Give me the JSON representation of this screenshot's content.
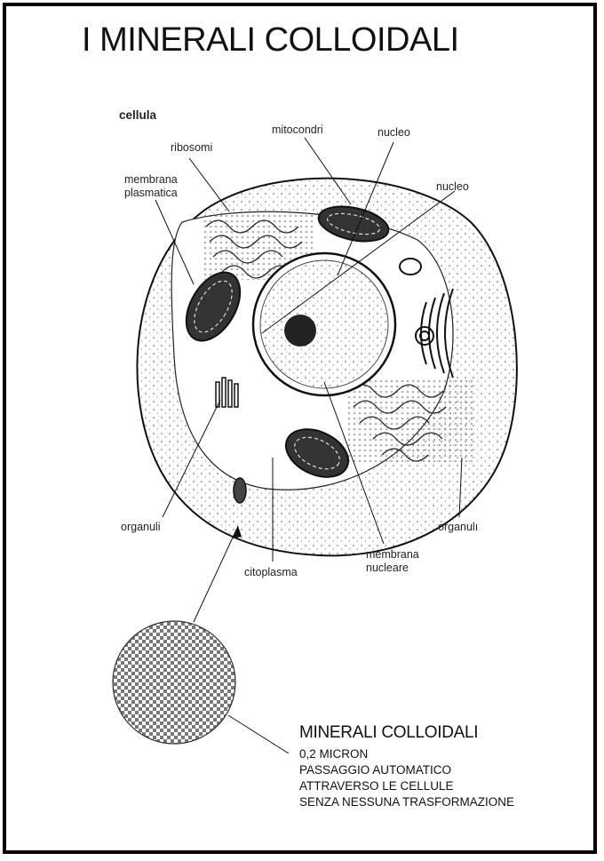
{
  "title": "I MINERALI COLLOIDALI",
  "labels": {
    "cellula": "cellula",
    "ribosomi": "ribosomi",
    "mitocondri": "mitocondri",
    "nucleo_1": "nucleo",
    "nucleo_2": "nucleo",
    "membrana_plasmatica": "membrana\nplasmatica",
    "organuli_left": "organuli",
    "organuli_right": "organulı",
    "citoplasma": "citoplasma",
    "membrana_nucleare": "membrana\nnucleare"
  },
  "caption": {
    "heading": "MINERALI COLLOIDALI",
    "lines": [
      "0,2 MICRON",
      "PASSAGGIO AUTOMATICO",
      "ATTRAVERSO LE CELLULE",
      "SENZA NESSUNA TRASFORMAZIONE"
    ]
  },
  "colors": {
    "ink": "#111111",
    "border": "#000000",
    "background": "#ffffff"
  }
}
